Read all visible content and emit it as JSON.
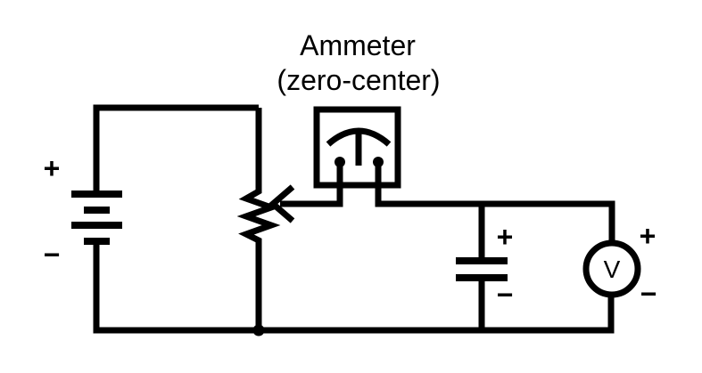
{
  "diagram": {
    "background_color": "#ffffff",
    "line_color": "#000000",
    "ammeter": {
      "label_line1": "Ammeter",
      "label_line2": "(zero-center)"
    },
    "battery": {
      "plus": "+",
      "minus": "−"
    },
    "capacitor": {
      "plus": "+",
      "minus": "−"
    },
    "voltmeter": {
      "letter": "V",
      "plus": "+",
      "minus": "−"
    }
  }
}
